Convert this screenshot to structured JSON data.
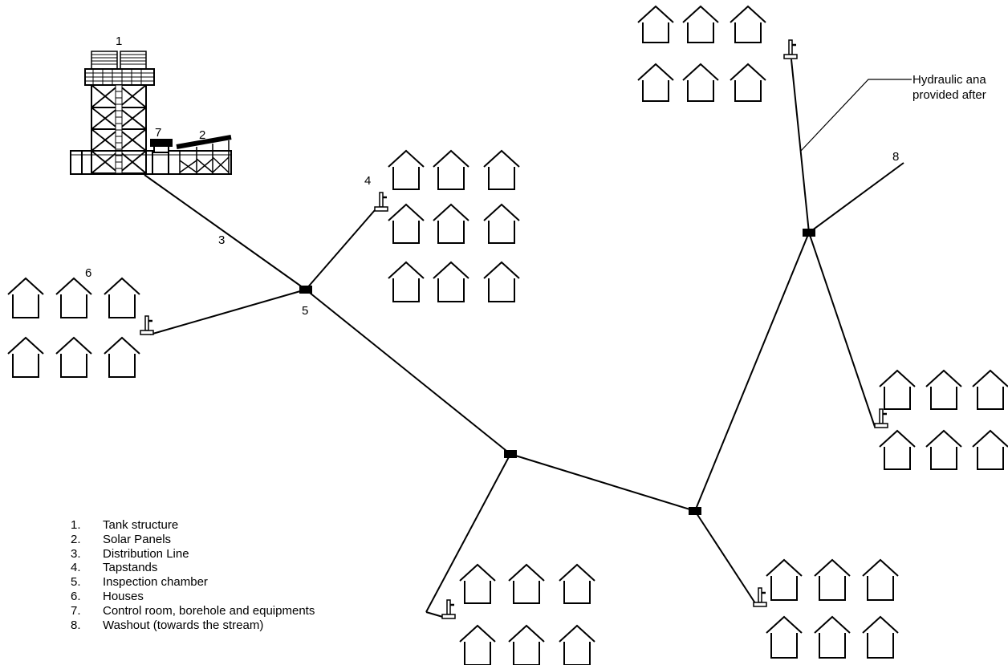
{
  "labels": {
    "tank": "1",
    "solar": "2",
    "line": "3",
    "tapstand": "4",
    "chamber": "5",
    "houses": "6",
    "control": "7",
    "washout": "8"
  },
  "annotation": {
    "line1": "Hydraulic ana",
    "line2": "provided after"
  },
  "legend": [
    {
      "num": "1.",
      "text": "Tank structure"
    },
    {
      "num": "2.",
      "text": "Solar Panels"
    },
    {
      "num": "3.",
      "text": "Distribution Line"
    },
    {
      "num": "4.",
      "text": "Tapstands"
    },
    {
      "num": "5.",
      "text": "Inspection chamber"
    },
    {
      "num": "6.",
      "text": "Houses"
    },
    {
      "num": "7.",
      "text": "Control room, borehole and equipments"
    },
    {
      "num": "8.",
      "text": "Washout (towards the stream)"
    }
  ]
}
